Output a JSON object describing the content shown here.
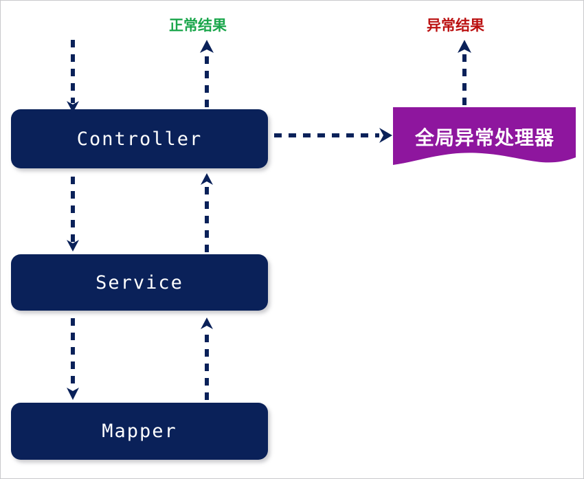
{
  "diagram": {
    "title_hidden": "",
    "colors": {
      "node_fill": "#0a2159",
      "node_text": "#ffffff",
      "arrow": "#0a2159",
      "banner_fill": "#8e169e",
      "banner_text": "#ffffff",
      "success_label": "#1aa64b",
      "error_label": "#bb1111",
      "page_border": "#c8c8cc",
      "background": "#ffffff"
    },
    "nodes": [
      {
        "id": "controller",
        "label": "Controller"
      },
      {
        "id": "service",
        "label": "Service"
      },
      {
        "id": "mapper",
        "label": "Mapper"
      }
    ],
    "banner": {
      "id": "global-exception-handler",
      "label": "全局异常处理器"
    },
    "edge_labels": [
      {
        "id": "normal-result",
        "text": "正常结果",
        "color": "#1aa64b"
      },
      {
        "id": "abnormal-result",
        "text": "异常结果",
        "color": "#bb1111"
      }
    ],
    "connections": [
      {
        "id": "request-in",
        "from": "entry",
        "to": "controller",
        "style": "dashed",
        "direction": "down"
      },
      {
        "id": "controller-to-service",
        "from": "controller",
        "to": "service",
        "style": "dashed",
        "direction": "down"
      },
      {
        "id": "service-to-mapper",
        "from": "service",
        "to": "mapper",
        "style": "dashed",
        "direction": "down"
      },
      {
        "id": "mapper-to-service",
        "from": "mapper",
        "to": "service",
        "style": "dashed",
        "direction": "up"
      },
      {
        "id": "service-to-controller",
        "from": "service",
        "to": "controller",
        "style": "dashed",
        "direction": "up"
      },
      {
        "id": "controller-to-normal-result",
        "from": "controller",
        "to": "normal-result",
        "style": "dashed",
        "direction": "up"
      },
      {
        "id": "controller-to-handler",
        "from": "controller",
        "to": "global-exception-handler",
        "style": "dashed",
        "direction": "right"
      },
      {
        "id": "handler-to-abnormal-result",
        "from": "global-exception-handler",
        "to": "abnormal-result",
        "style": "dashed",
        "direction": "up"
      }
    ]
  }
}
